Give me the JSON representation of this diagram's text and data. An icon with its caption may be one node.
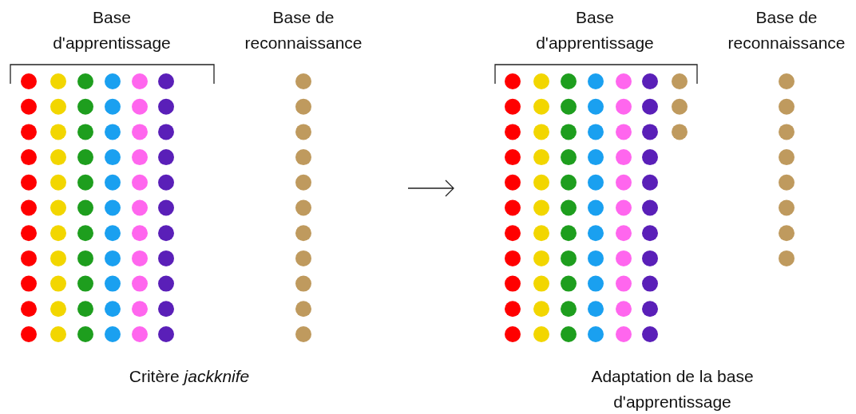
{
  "diagram": {
    "labels": [
      "Base d'apprentissage",
      "Base de reconnaissance",
      "Critère *jackknife*",
      "Base d'apprentissage",
      "Base de reconnaissance",
      "Adaptation de la base d'apprentissage"
    ]
  }
}
